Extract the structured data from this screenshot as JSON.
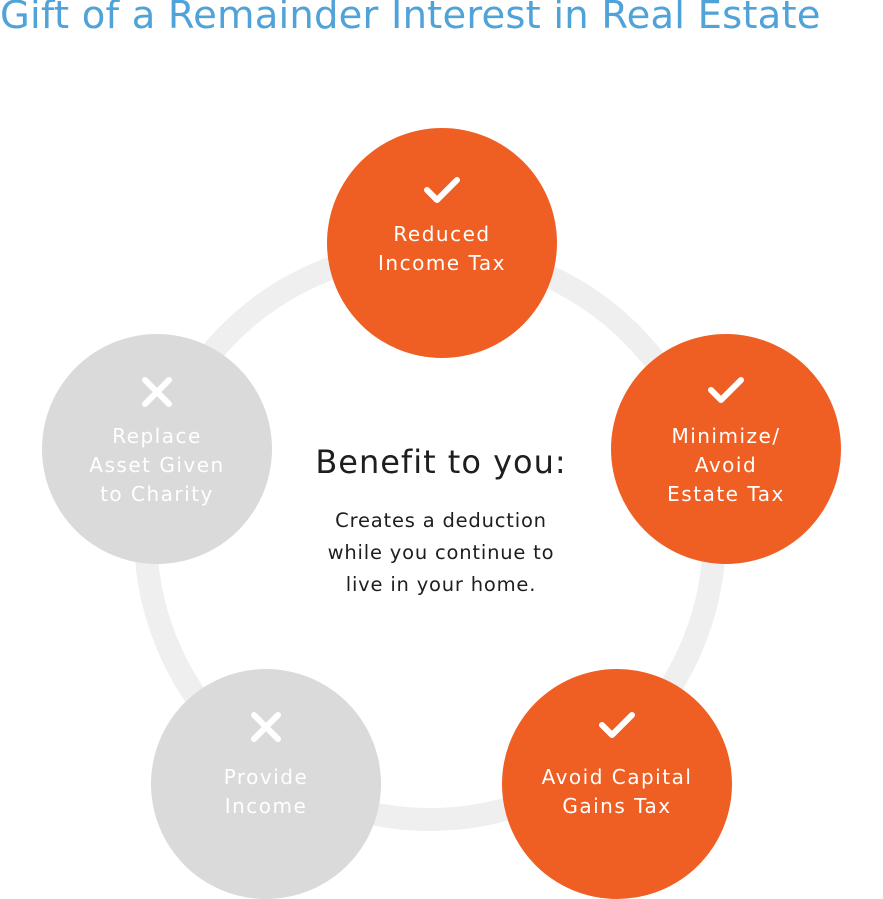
{
  "title": "Gift of a Remainder Interest in Real Estate",
  "center": {
    "heading": "Benefit to you:",
    "description": "Creates a deduction\nwhile you continue to\nlive in your home."
  },
  "benefits": [
    {
      "label": "Reduced\nIncome Tax",
      "status": "yes",
      "icon": "check-icon"
    },
    {
      "label": "Minimize/\nAvoid\nEstate Tax",
      "status": "yes",
      "icon": "check-icon"
    },
    {
      "label": "Avoid Capital\nGains Tax",
      "status": "yes",
      "icon": "check-icon"
    },
    {
      "label": "Provide\nIncome",
      "status": "no",
      "icon": "x-icon"
    },
    {
      "label": "Replace\nAsset Given\nto Charity",
      "status": "no",
      "icon": "x-icon"
    }
  ],
  "colors": {
    "title": "#4fa3d8",
    "active": "#ef5f23",
    "inactive": "#dadada",
    "ring": "#efefef"
  }
}
